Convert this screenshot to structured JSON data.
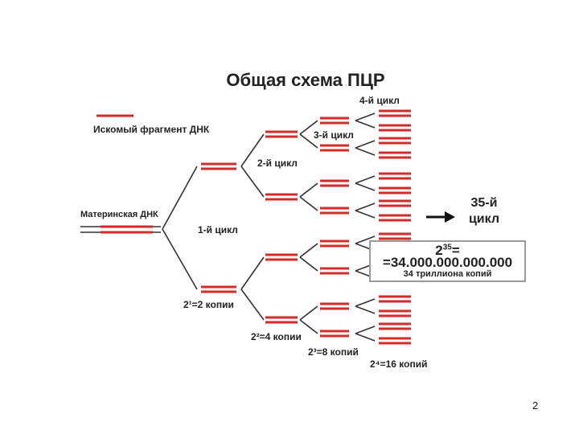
{
  "title": "Общая схема ПЦР",
  "legend_label": "Искомый фрагмент ДНК",
  "mother_dna_label": "Материнская ДНК",
  "cycle_labels": [
    "1-й цикл",
    "2-й цикл",
    "3-й цикл",
    "4-й цикл"
  ],
  "copy_labels": [
    "2¹=2 копии",
    "2²=4 копии",
    "2³=8 копий",
    "2⁴=16 копий"
  ],
  "cycle35": {
    "line1": "35-й",
    "line2": "цикл"
  },
  "result": {
    "power_base": "2",
    "power_exp": "35",
    "power_suffix": "=",
    "number": "=34.000.000.000.000",
    "words": "34 триллиона копий"
  },
  "page_number": "2",
  "colors": {
    "fragment": "#d42a2a",
    "strand": "#333333",
    "box_border": "#9a9a9a",
    "text": "#222222"
  }
}
